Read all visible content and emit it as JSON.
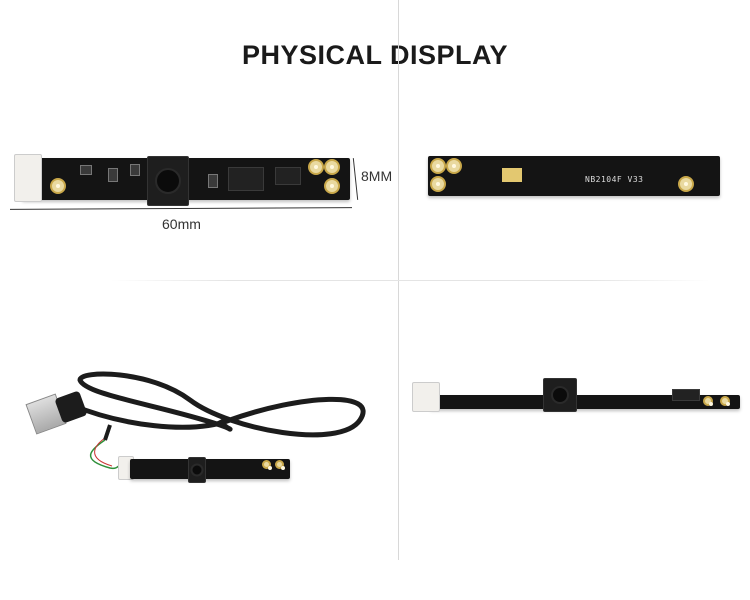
{
  "header": {
    "title": "PHYSICAL DISPLAY"
  },
  "front_view": {
    "width_label": "60mm",
    "height_label": "8MM"
  },
  "back_view": {
    "board_marking": "NB2104F  V33"
  }
}
